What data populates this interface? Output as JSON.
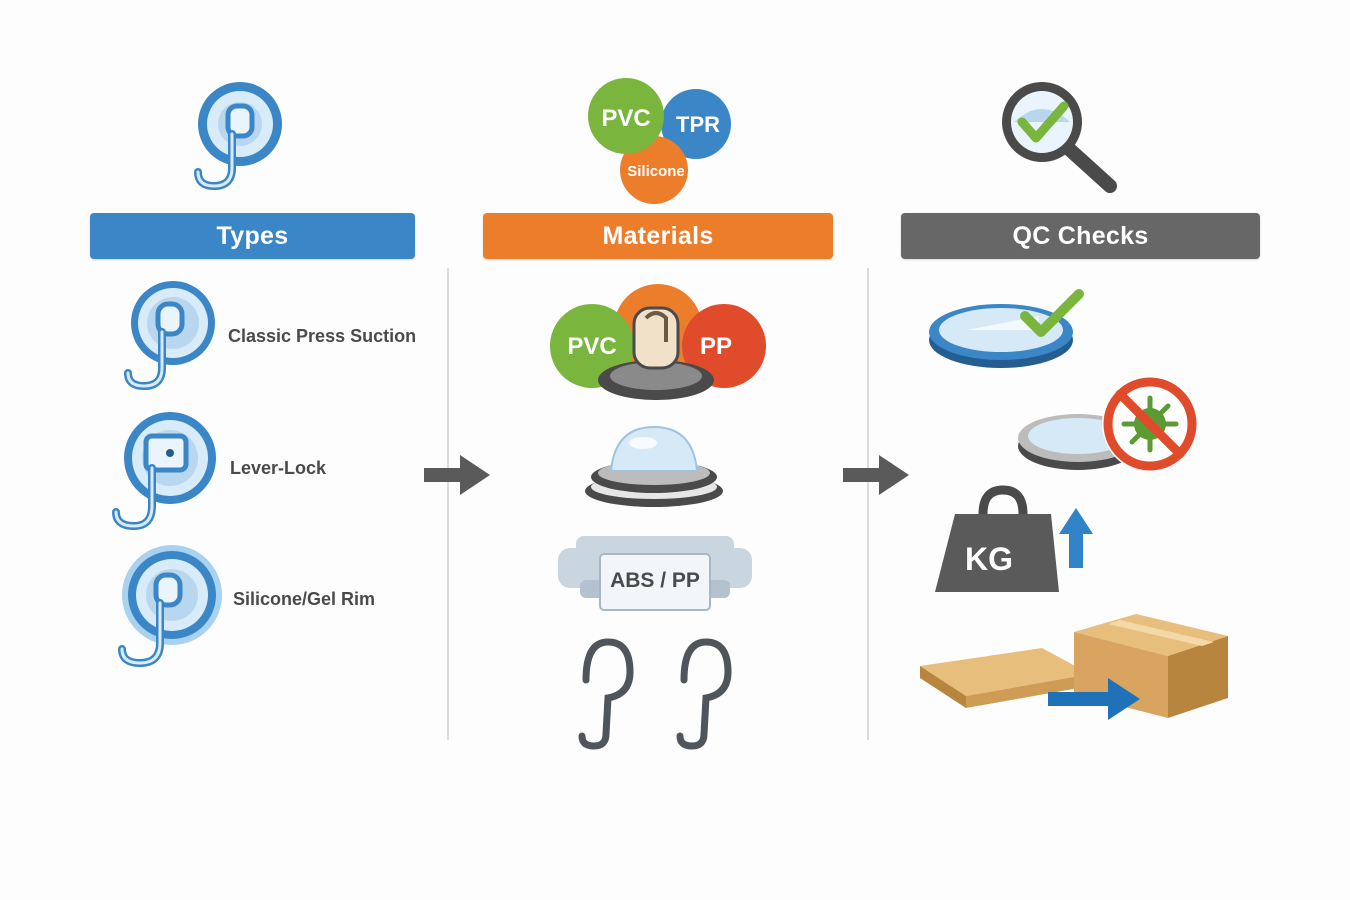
{
  "columns": {
    "types": {
      "header": "Types",
      "color": "#3b86c6",
      "items": [
        {
          "label": "Classic Press Suction"
        },
        {
          "label": "Lever-Lock"
        },
        {
          "label": "Silicone/Gel Rim"
        }
      ]
    },
    "materials": {
      "header": "Materials",
      "color": "#ec7d2b",
      "top_badges": {
        "pvc": "PVC",
        "tpr": "TPR",
        "silicone": "Silicone"
      },
      "hook_badges": {
        "pvc": "PVC",
        "pp": "PP"
      },
      "base_label": "ABS / PP"
    },
    "qc": {
      "header": "QC Checks",
      "color": "#676767",
      "weight_label": "KG"
    }
  },
  "colors": {
    "blue": "#3b86c6",
    "orange": "#ec7d2b",
    "gray": "#676767",
    "green": "#7ab53e",
    "red": "#e04b2c",
    "cardboard": "#d9a45f"
  }
}
